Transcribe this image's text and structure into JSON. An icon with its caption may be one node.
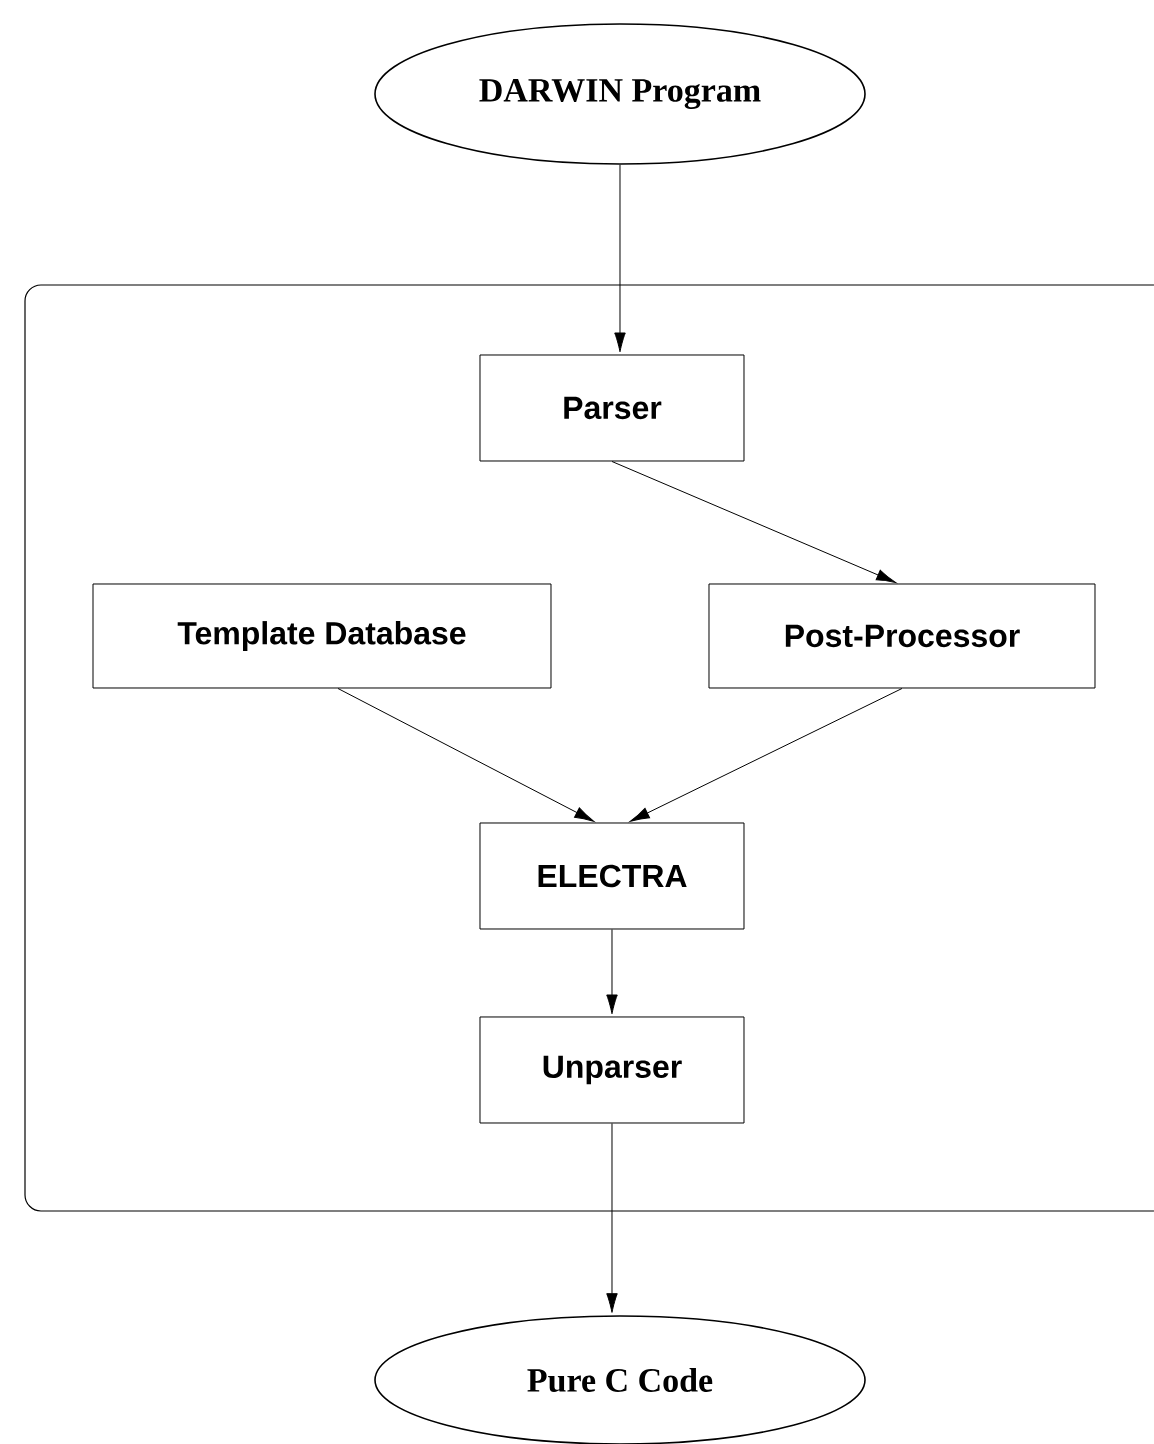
{
  "diagram": {
    "nodes": [
      {
        "text": [
          "DARWIN Program"
        ]
      },
      {
        "text": [],
        "shape": "box"
      },
      {
        "text": [
          "Parser"
        ],
        "in": 1
      },
      {
        "text": [
          "Template Database"
        ],
        "in": 1
      },
      {
        "text": [
          "Post-Processor"
        ],
        "in": 1
      },
      {
        "text": [
          "ELECTRA"
        ],
        "in": 1
      },
      {
        "text": [
          "Unparser"
        ],
        "in": 1
      },
      {
        "text": [
          "Pure C Code"
        ]
      }
    ],
    "edges": [
      {
        "from": 0,
        "to": 2,
        "arrow": "to"
      },
      {
        "from": 2,
        "to": 4,
        "arrow": "to"
      },
      {
        "from": 3,
        "to": 5,
        "arrow": "to"
      },
      {
        "from": 4,
        "to": 5,
        "arrow": "to"
      },
      {
        "from": 5,
        "to": 6,
        "arrow": "to"
      },
      {
        "from": 6,
        "to": 7,
        "arrow": "to"
      }
    ]
  }
}
